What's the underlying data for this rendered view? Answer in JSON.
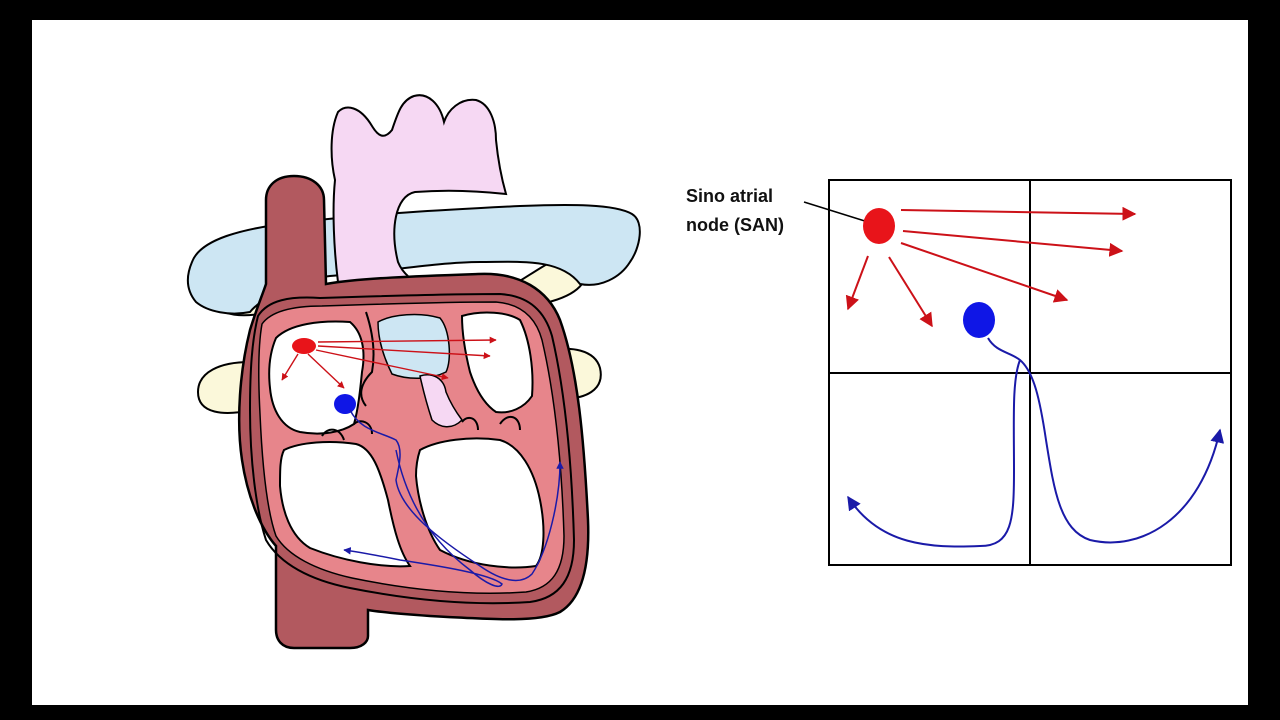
{
  "annotation": {
    "line1": "Sino atrial",
    "line2": "node (SAN)"
  },
  "colors": {
    "frame": "#000000",
    "background": "#ffffff",
    "myocardium": "#b2595f",
    "endocardium": "#e7858b",
    "aorta": "#f6d8f3",
    "pulmonary_artery": "#cde6f3",
    "pulmonary_veins": "#fbf8da",
    "san_node": "#e8141a",
    "av_node": "#0f16e6",
    "atrial_arrows": "#cc1118",
    "conduction_path": "#1a1aa8"
  },
  "icons": {
    "san": "red-circle-node",
    "av": "blue-circle-node",
    "arrows": "red-arrow"
  }
}
